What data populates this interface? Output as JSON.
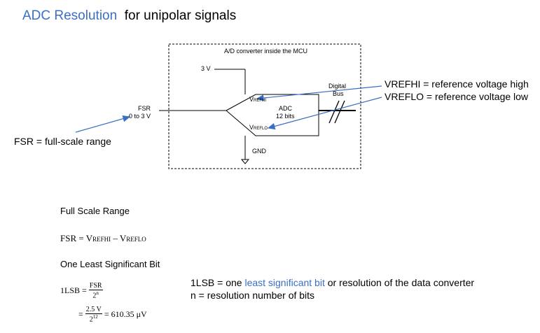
{
  "title": {
    "part1": "ADC Resolution",
    "part2": "for unipolar signals"
  },
  "diagram": {
    "box_title": "A/D converter inside the MCU",
    "vref_input": "3 V",
    "fsr_label": "FSR",
    "fsr_range": "0 to 3 V",
    "adc_label": "ADC",
    "adc_bits": "12 bits",
    "vrefhi_main": "V",
    "vrefhi_sub": "REFHI",
    "vreflo_main": "V",
    "vreflo_sub": "REFLO",
    "bus_line1": "Digital",
    "bus_line2": "Bus",
    "gnd": "GND"
  },
  "annotations": {
    "vrefhi": "VREFHI = reference voltage high",
    "vreflo": "VREFLO = reference voltage low",
    "fsr": "FSR = full-scale range"
  },
  "formulas": {
    "fsr_heading": "Full Scale Range",
    "fsr_lhs": "FSR = V",
    "fsr_sub1": "REFHI",
    "fsr_minus": " – V",
    "fsr_sub2": "REFLO",
    "lsb_heading": "One Least Significant Bit",
    "lsb_lhs": "1LSB =",
    "lsb_num": "FSR",
    "lsb_den_base": "2",
    "lsb_den_exp": "n",
    "eq2_sign": "=",
    "eq2_num": "2.5 V",
    "eq2_den_base": "2",
    "eq2_den_exp": "12",
    "eq2_result": "= 610.35 μV"
  },
  "notes": {
    "lsb_prefix": "1LSB = one ",
    "lsb_link": "least significant bit",
    "lsb_suffix": " or resolution of the data converter",
    "n_def": "n = resolution number of bits"
  },
  "colors": {
    "accent_blue": "#3a6fc4",
    "arrow_blue": "#3a6fc4"
  }
}
